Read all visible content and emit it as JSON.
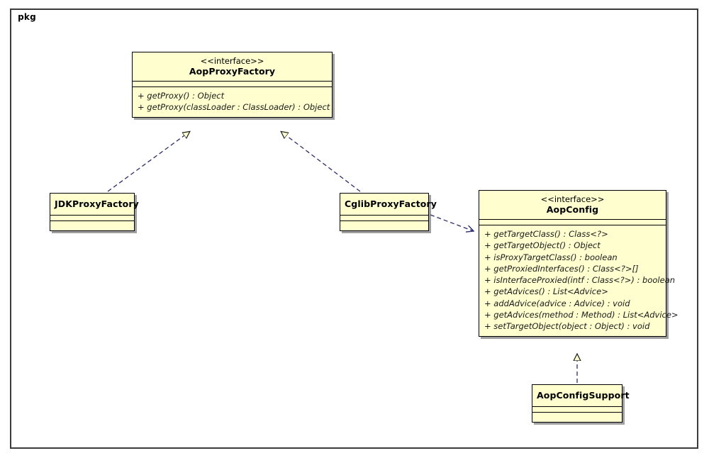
{
  "diagram": {
    "type": "uml-class-diagram",
    "frame_label": "pkg",
    "background_color": "#ffffff",
    "frame_border_color": "#3a3a3a",
    "class_fill_color": "#fefece",
    "class_border_color": "#000000"
  },
  "classes": {
    "aop_proxy_factory": {
      "stereotype": "<<interface>>",
      "name": "AopProxyFactory",
      "attributes": [],
      "methods": [
        {
          "visibility": "+",
          "signature": "getProxy() : Object"
        },
        {
          "visibility": "+",
          "signature": "getProxy(classLoader : ClassLoader) : Object"
        }
      ]
    },
    "jdk_proxy_factory": {
      "stereotype": "",
      "name": "JDKProxyFactory",
      "attributes": [],
      "methods": []
    },
    "cglib_proxy_factory": {
      "stereotype": "",
      "name": "CglibProxyFactory",
      "attributes": [],
      "methods": []
    },
    "aop_config": {
      "stereotype": "<<interface>>",
      "name": "AopConfig",
      "attributes": [],
      "methods": [
        {
          "visibility": "+",
          "signature": "getTargetClass() : Class<?>"
        },
        {
          "visibility": "+",
          "signature": "getTargetObject() : Object"
        },
        {
          "visibility": "+",
          "signature": "isProxyTargetClass() : boolean"
        },
        {
          "visibility": "+",
          "signature": "getProxiedInterfaces() : Class<?>[]"
        },
        {
          "visibility": "+",
          "signature": "isInterfaceProxied(intf : Class<?>) : boolean"
        },
        {
          "visibility": "+",
          "signature": "getAdvices() : List<Advice>"
        },
        {
          "visibility": "+",
          "signature": "addAdvice(advice : Advice) : void"
        },
        {
          "visibility": "+",
          "signature": "getAdvices(method : Method) : List<Advice>"
        },
        {
          "visibility": "+",
          "signature": "setTargetObject(object : Object) : void"
        }
      ]
    },
    "aop_config_support": {
      "stereotype": "",
      "name": "AopConfigSupport",
      "attributes": [],
      "methods": []
    }
  },
  "relationships": [
    {
      "id": "rel-jdk-realizes-aopproxyfactory",
      "from": "JDKProxyFactory",
      "to": "AopProxyFactory",
      "type": "realization",
      "line": "dashed",
      "arrowhead": "hollow-triangle"
    },
    {
      "id": "rel-cglib-realizes-aopproxyfactory",
      "from": "CglibProxyFactory",
      "to": "AopProxyFactory",
      "type": "realization",
      "line": "dashed",
      "arrowhead": "hollow-triangle"
    },
    {
      "id": "rel-cglib-depends-aopconfig",
      "from": "CglibProxyFactory",
      "to": "AopConfig",
      "type": "dependency",
      "line": "dashed",
      "arrowhead": "open-arrow"
    },
    {
      "id": "rel-aopconfigsupport-realizes-aopconfig",
      "from": "AopConfigSupport",
      "to": "AopConfig",
      "type": "realization",
      "line": "dashed",
      "arrowhead": "hollow-triangle"
    }
  ]
}
